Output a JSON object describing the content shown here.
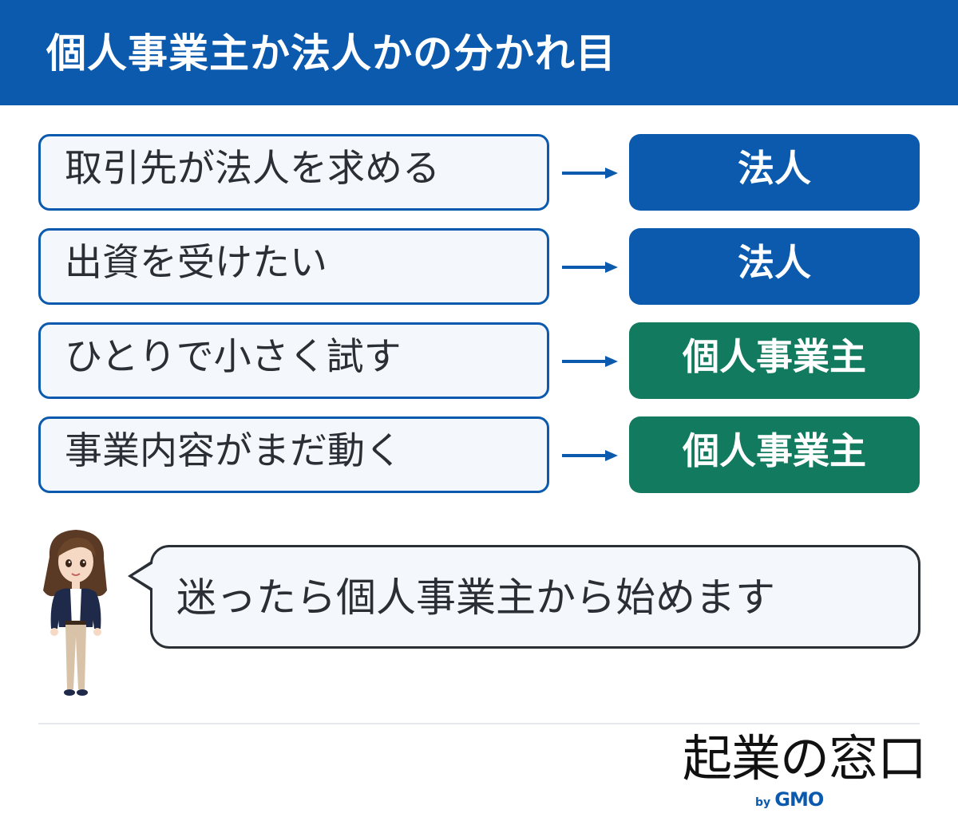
{
  "header": {
    "title": "個人事業主か法人かの分かれ目"
  },
  "rows": [
    {
      "condition": "取引先が法人を求める",
      "result": "法人",
      "result_color": "#0b5aad"
    },
    {
      "condition": "出資を受けたい",
      "result": "法人",
      "result_color": "#0b5aad"
    },
    {
      "condition": "ひとりで小さく試す",
      "result": "個人事業主",
      "result_color": "#127a5e"
    },
    {
      "condition": "事業内容がまだ動く",
      "result": "個人事業主",
      "result_color": "#127a5e"
    }
  ],
  "speech": {
    "text": "迷ったら個人事業主から始めます"
  },
  "logo": {
    "main": "起業の窓口",
    "by": "by",
    "brand": "GMO"
  },
  "colors": {
    "primary": "#0b5aad",
    "accent_green": "#127a5e",
    "box_bg": "#f4f7fb"
  }
}
